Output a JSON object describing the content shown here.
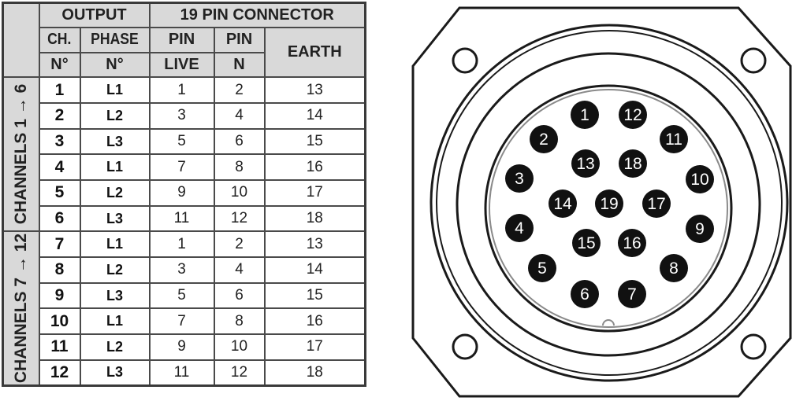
{
  "table": {
    "header": {
      "output": "OUTPUT",
      "connector": "19 PIN CONNECTOR",
      "ch": "CH.",
      "ch_no": "N°",
      "phase": "PHASE",
      "phase_no": "N°",
      "pin_live": "PIN",
      "pin_live_sub": "LIVE",
      "pin_n": "PIN",
      "pin_n_sub": "N",
      "earth": "EARTH"
    },
    "groups": [
      {
        "label": "CHANNELS 1 → 6"
      },
      {
        "label": "CHANNELS 7 → 12"
      }
    ],
    "rows": [
      {
        "ch": "1",
        "phase": "L1",
        "live": "1",
        "n": "2",
        "earth": "13"
      },
      {
        "ch": "2",
        "phase": "L2",
        "live": "3",
        "n": "4",
        "earth": "14"
      },
      {
        "ch": "3",
        "phase": "L3",
        "live": "5",
        "n": "6",
        "earth": "15"
      },
      {
        "ch": "4",
        "phase": "L1",
        "live": "7",
        "n": "8",
        "earth": "16"
      },
      {
        "ch": "5",
        "phase": "L2",
        "live": "9",
        "n": "10",
        "earth": "17"
      },
      {
        "ch": "6",
        "phase": "L3",
        "live": "11",
        "n": "12",
        "earth": "18"
      },
      {
        "ch": "7",
        "phase": "L1",
        "live": "1",
        "n": "2",
        "earth": "13"
      },
      {
        "ch": "8",
        "phase": "L2",
        "live": "3",
        "n": "4",
        "earth": "14"
      },
      {
        "ch": "9",
        "phase": "L3",
        "live": "5",
        "n": "6",
        "earth": "15"
      },
      {
        "ch": "10",
        "phase": "L1",
        "live": "7",
        "n": "8",
        "earth": "16"
      },
      {
        "ch": "11",
        "phase": "L2",
        "live": "9",
        "n": "10",
        "earth": "17"
      },
      {
        "ch": "12",
        "phase": "L3",
        "live": "11",
        "n": "12",
        "earth": "18"
      }
    ]
  },
  "connector": {
    "pins": [
      "1",
      "2",
      "3",
      "4",
      "5",
      "6",
      "7",
      "8",
      "9",
      "10",
      "11",
      "12",
      "13",
      "14",
      "15",
      "16",
      "17",
      "18",
      "19"
    ]
  }
}
